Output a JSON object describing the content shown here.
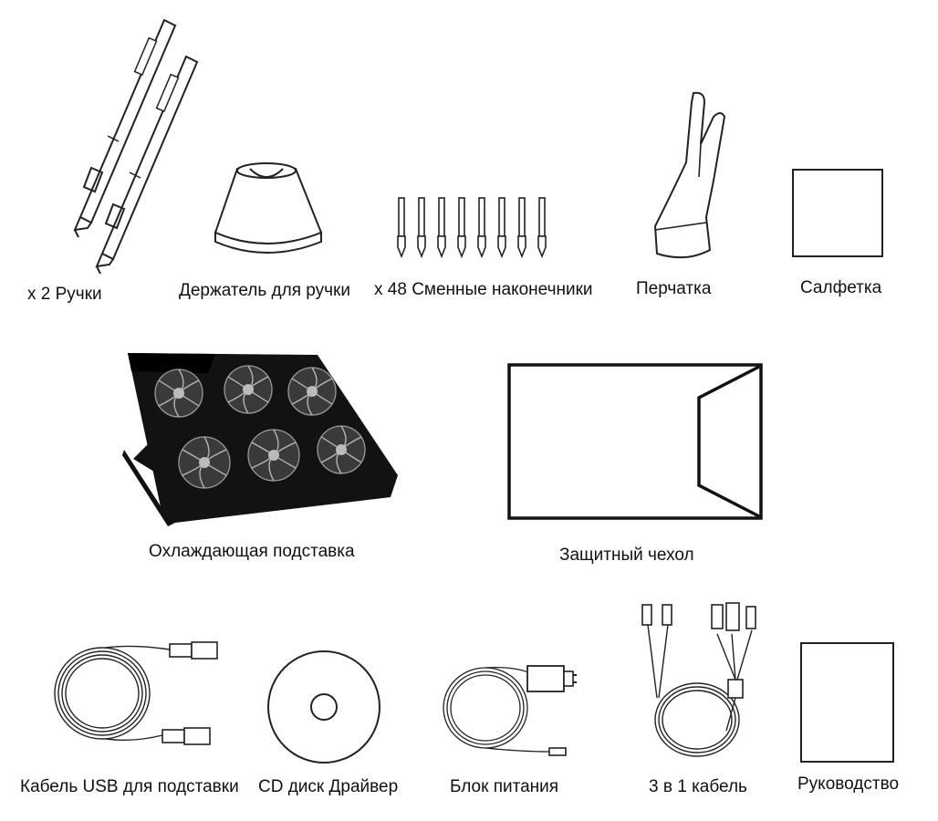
{
  "page": {
    "items": [
      {
        "id": "pens",
        "label": "x 2 Ручки",
        "icon": "stylus-pen-icon"
      },
      {
        "id": "pen-holder",
        "label": "Держатель для ручки",
        "icon": "pen-holder-icon"
      },
      {
        "id": "nibs",
        "label": "x 48 Сменные наконечники",
        "icon": "replacement-nibs-icon"
      },
      {
        "id": "glove",
        "label": "Перчатка",
        "icon": "glove-icon"
      },
      {
        "id": "cloth",
        "label": "Салфетка",
        "icon": "cleaning-cloth-icon"
      },
      {
        "id": "cooling-stand",
        "label": "Охлаждающая подставка",
        "icon": "cooling-stand-icon"
      },
      {
        "id": "case",
        "label": "Защитный чехол",
        "icon": "protective-case-icon"
      },
      {
        "id": "usb-cable",
        "label": "Кабель USB для подставки",
        "icon": "usb-cable-icon"
      },
      {
        "id": "cd",
        "label": "CD диск Драйвер",
        "icon": "cd-disc-icon"
      },
      {
        "id": "power",
        "label": "Блок питания",
        "icon": "power-adapter-icon"
      },
      {
        "id": "cable-3in1",
        "label": "3 в 1 кабель",
        "icon": "three-in-one-cable-icon"
      },
      {
        "id": "manual",
        "label": "Руководство",
        "icon": "manual-icon"
      }
    ]
  }
}
